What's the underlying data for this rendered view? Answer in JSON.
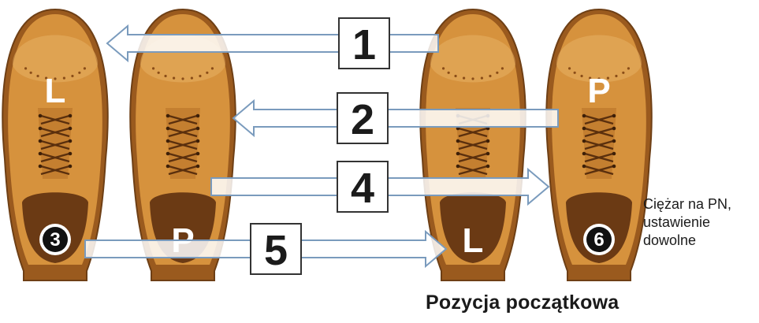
{
  "shoes": [
    {
      "id": "left-shoe-1",
      "heel_text": "3",
      "heel_circle": true,
      "toe_text": "L",
      "toe_circle": false
    },
    {
      "id": "right-shoe-1",
      "heel_text": "P",
      "heel_circle": false,
      "toe_text": "",
      "toe_circle": false
    },
    {
      "id": "left-shoe-2",
      "heel_text": "L",
      "heel_circle": false,
      "toe_text": "",
      "toe_circle": false
    },
    {
      "id": "right-shoe-2",
      "heel_text": "6",
      "heel_circle": true,
      "toe_text": "P",
      "toe_circle": false
    }
  ],
  "steps": [
    {
      "label": "1",
      "direction": "left"
    },
    {
      "label": "2",
      "direction": "left"
    },
    {
      "label": "4",
      "direction": "right"
    },
    {
      "label": "5",
      "direction": "right"
    }
  ],
  "side_note": "Ciężar na PN,\nustawienie\ndowolne",
  "caption": "Pozycja początkowa",
  "colors": {
    "leather": "#d6923d",
    "leather_light": "#e8b065",
    "leather_dark": "#9a5a1e",
    "insole": "#6b3a14",
    "arrow_outline": "#7a9bbd",
    "text_dark": "#1b1b1b"
  }
}
